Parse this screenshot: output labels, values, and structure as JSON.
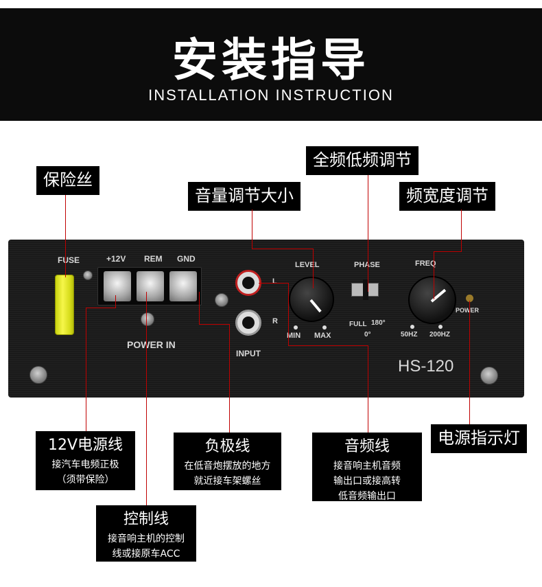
{
  "banner": {
    "title": "安装指导",
    "subtitle": "INSTALLATION INSTRUCTION"
  },
  "callouts": {
    "fuse": "保险丝",
    "phase": "全频低频调节",
    "level": "音量调节大小",
    "freq": "频宽度调节",
    "power_led": "电源指示灯"
  },
  "panel": {
    "fuse": "FUSE",
    "plus12v": "+12V",
    "rem": "REM",
    "gnd": "GND",
    "power_in": "POWER IN",
    "l": "L",
    "r": "R",
    "input": "INPUT",
    "level": "LEVEL",
    "min": "MIN",
    "max": "MAX",
    "phase": "PHASE",
    "full": "FULL",
    "deg180": "180°",
    "deg0": "0°",
    "freq": "FREQ",
    "hz50": "50HZ",
    "hz200": "200HZ",
    "power": "POWER",
    "model": "HS-120"
  },
  "info": {
    "power12v": {
      "title": "12V电源线",
      "lines": [
        "接汽车电频正极",
        "（须带保险）"
      ]
    },
    "remote": {
      "title": "控制线",
      "lines": [
        "接音响主机的控制",
        "线或接原车ACC"
      ]
    },
    "ground": {
      "title": "负极线",
      "lines": [
        "在低音炮摆放的地方",
        "就近接车架螺丝"
      ]
    },
    "audio": {
      "title": "音频线",
      "lines": [
        "接音响主机音频",
        "输出口或接高转",
        "低音频输出口"
      ]
    }
  },
  "colors": {
    "banner": "#0c0c0c",
    "leader_line": "#c00000",
    "fuse": "#e6ea2a"
  }
}
